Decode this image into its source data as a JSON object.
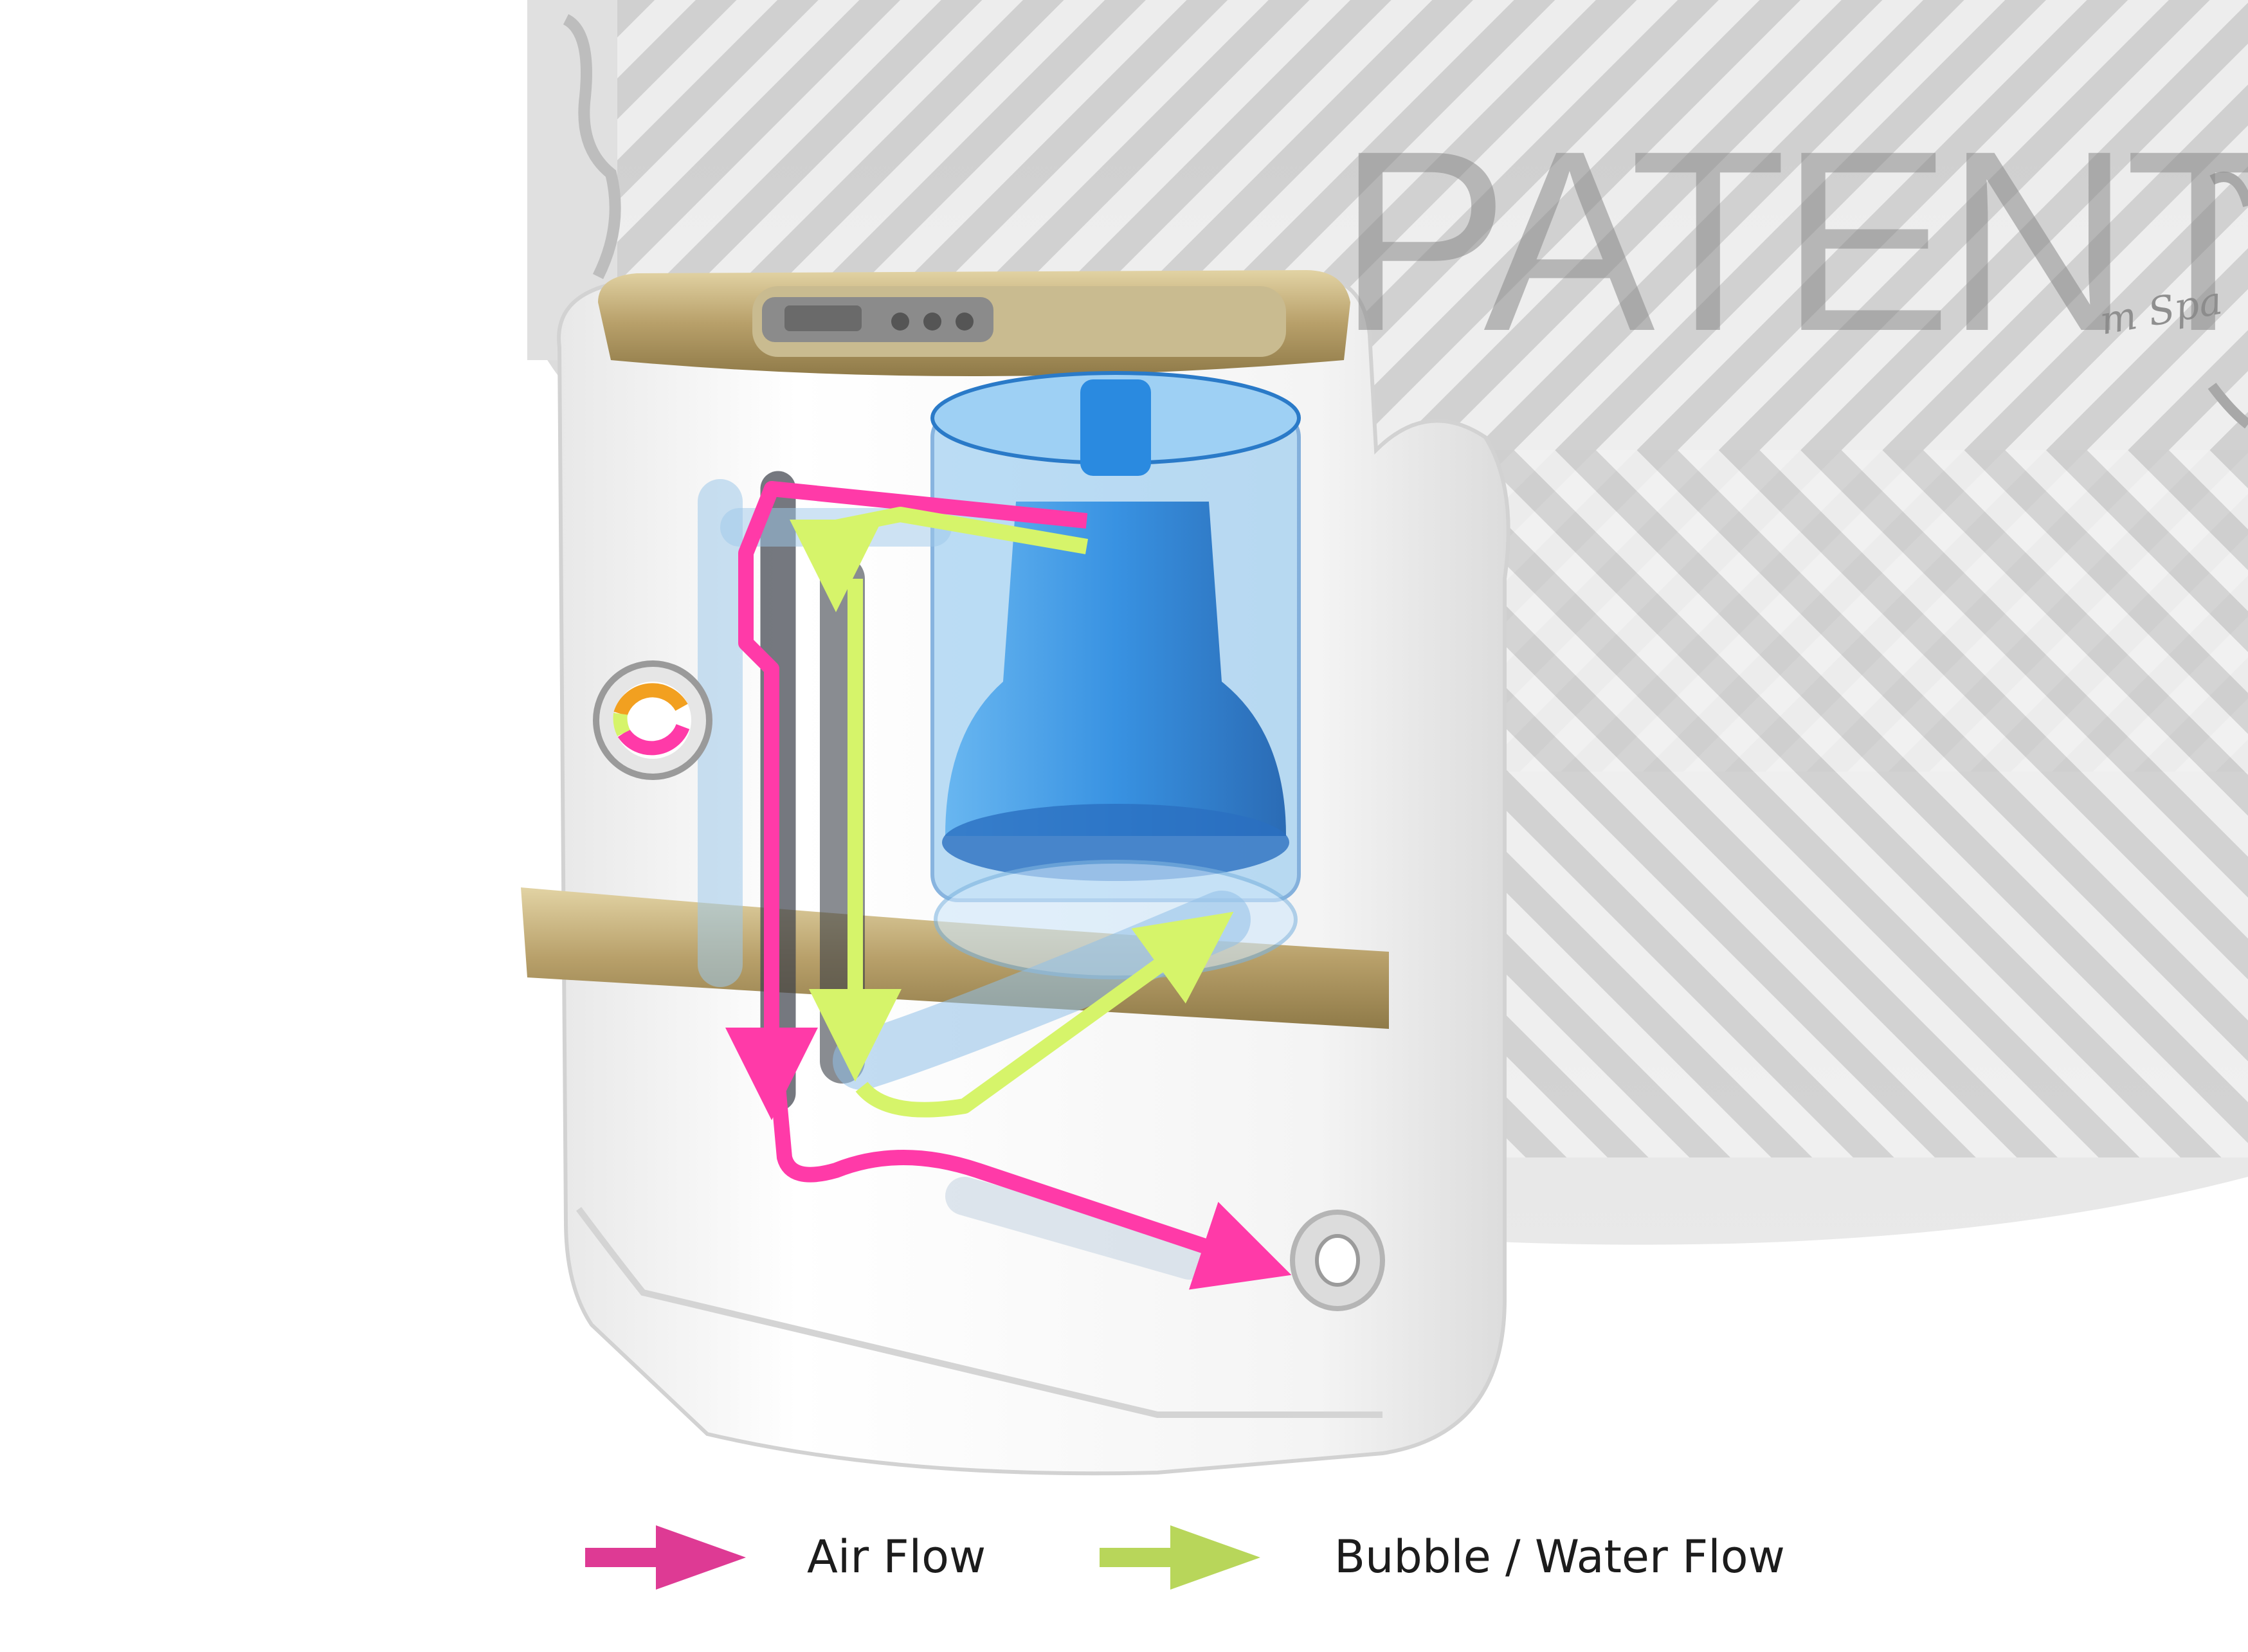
{
  "watermark": {
    "text": "PATENT"
  },
  "legend": {
    "items": [
      {
        "label": "Air Flow",
        "color": "#de3a94"
      },
      {
        "label": "Bubble / Water Flow",
        "color": "#b8d65a"
      }
    ]
  },
  "colors": {
    "air_flow": "#ff3aa8",
    "water_flow": "#d6f46a",
    "pump_blue": "#2a8ae0",
    "trim_gold": "#b8a06a"
  }
}
